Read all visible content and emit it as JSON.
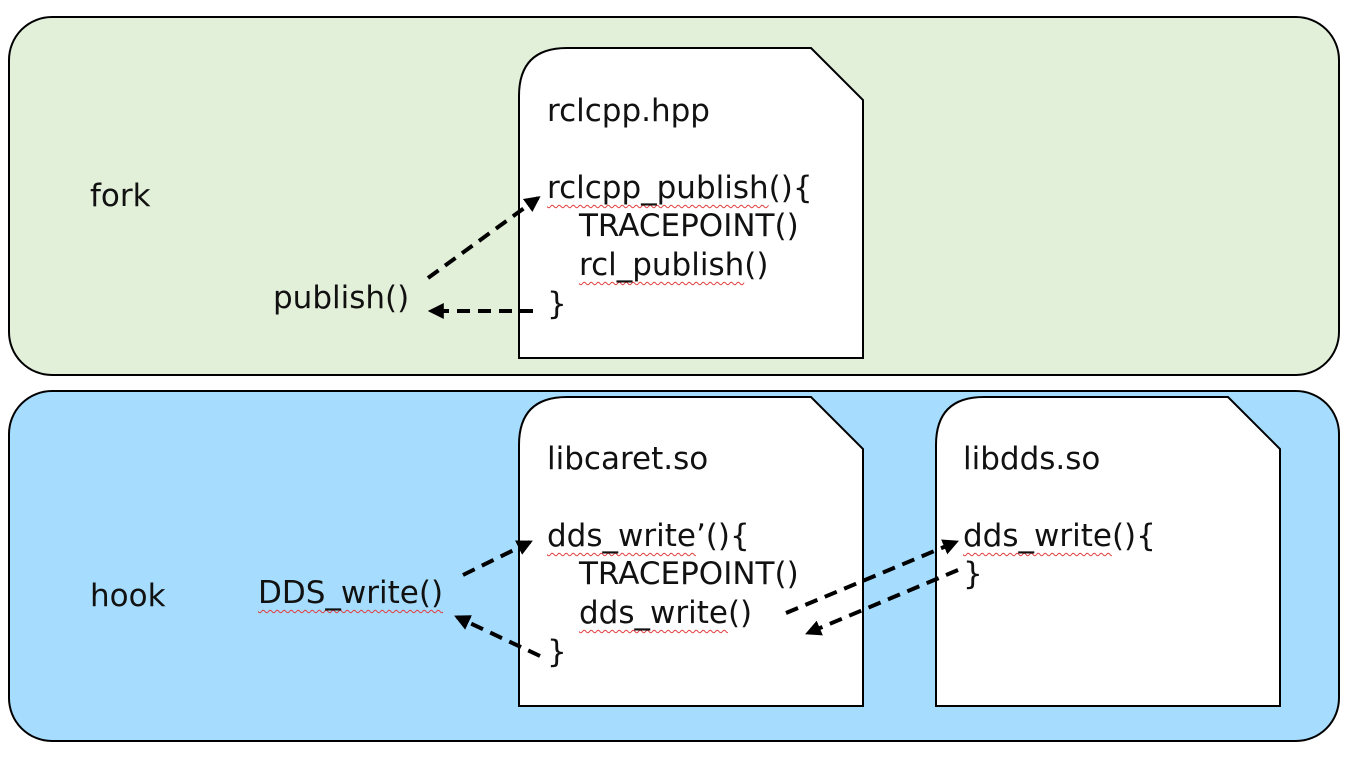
{
  "colors": {
    "fork_panel": "#e2efd9",
    "hook_panel": "#a6dcfe",
    "doc_fill": "#ffffff",
    "stroke": "#000000",
    "spellcheck_underline": "#e23b3b"
  },
  "fork": {
    "label": "fork",
    "caller": "publish()",
    "doc": {
      "title": "rclcpp.hpp",
      "line1": "rclcpp_publish",
      "line1_suffix": "(){",
      "line2": "TRACEPOINT()",
      "line3": "rcl_publish",
      "line3_suffix": "()",
      "line4": "}"
    }
  },
  "hook": {
    "label": "hook",
    "caller": "DDS_write()",
    "doc_caret": {
      "title": "libcaret.so",
      "line1": "dds_write",
      "line1_suffix": "’(){",
      "line2": "TRACEPOINT()",
      "line3": "dds_write",
      "line3_suffix": "()",
      "line4": "}"
    },
    "doc_dds": {
      "title": "libdds.so",
      "line1": "dds_write",
      "line1_suffix": "(){",
      "line2": "}"
    }
  }
}
